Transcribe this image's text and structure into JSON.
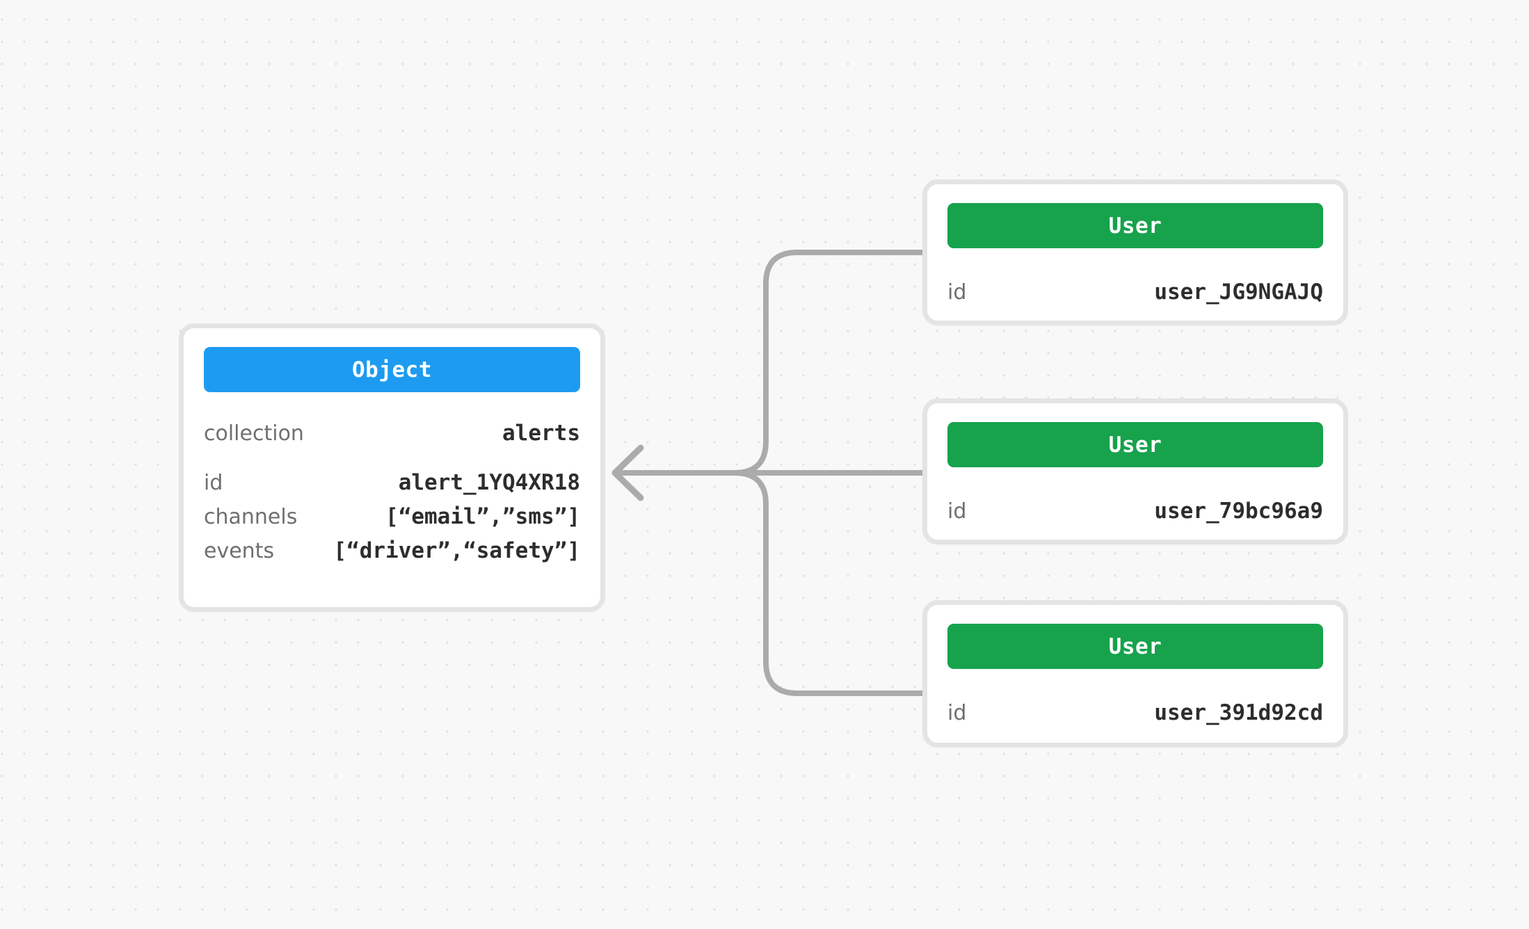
{
  "object_card": {
    "header": "Object",
    "fields": [
      {
        "label": "collection",
        "value": "alerts"
      },
      {
        "label": "id",
        "value": "alert_1YQ4XR18"
      },
      {
        "label": "channels",
        "value": "[“email”,”sms”]"
      },
      {
        "label": "events",
        "value": "[“driver”,“safety”]"
      }
    ]
  },
  "user_cards": [
    {
      "header": "User",
      "fields": [
        {
          "label": "id",
          "value": "user_JG9NGAJQ"
        }
      ]
    },
    {
      "header": "User",
      "fields": [
        {
          "label": "id",
          "value": "user_79bc96a9"
        }
      ]
    },
    {
      "header": "User",
      "fields": [
        {
          "label": "id",
          "value": "user_391d92cd"
        }
      ]
    }
  ],
  "colors": {
    "object_header_bg": "#1d9bf0",
    "user_header_bg": "#17a24c",
    "connector": "#ababab",
    "card_border": "#e4e4e4",
    "label_text": "#6f6f6f",
    "value_text": "#2d2d2d",
    "canvas_bg": "#f8f8f8",
    "dot_grid": "#e2e2e2"
  }
}
